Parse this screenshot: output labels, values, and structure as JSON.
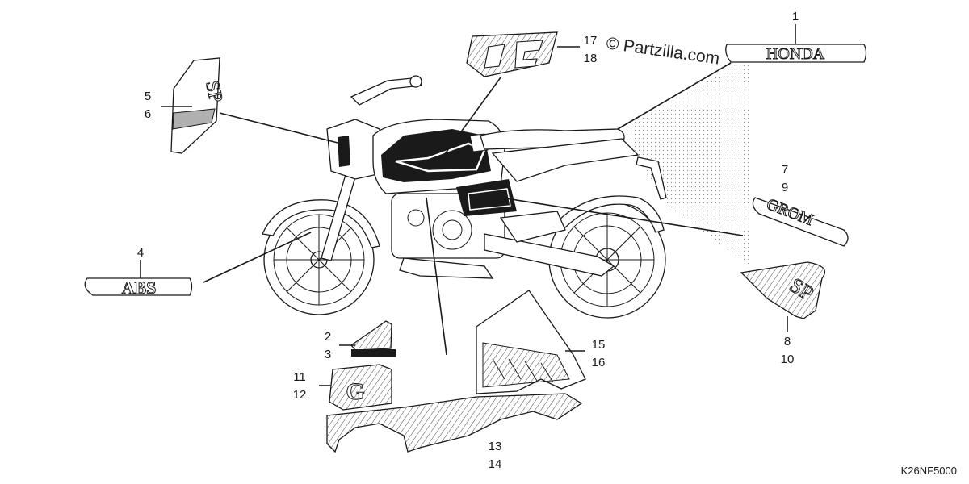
{
  "diagram": {
    "watermark": "© Partzilla.com",
    "drawing_code": "K26NF5000",
    "callouts": {
      "c1": "1",
      "c2": "2",
      "c3": "3",
      "c4": "4",
      "c5": "5",
      "c6": "6",
      "c7": "7",
      "c9": "9",
      "c8": "8",
      "c10": "10",
      "c11": "11",
      "c12": "12",
      "c13": "13",
      "c14": "14",
      "c15": "15",
      "c16": "16",
      "c17": "17",
      "c18": "18"
    },
    "decal_text": {
      "honda": "HONDA",
      "abs": "ABS",
      "grom": "GROM",
      "sp_side": "SP",
      "sp_lower": "SP",
      "g_letter": "G"
    }
  },
  "colors": {
    "ink": "#1a1a1a",
    "background": "#ffffff"
  }
}
